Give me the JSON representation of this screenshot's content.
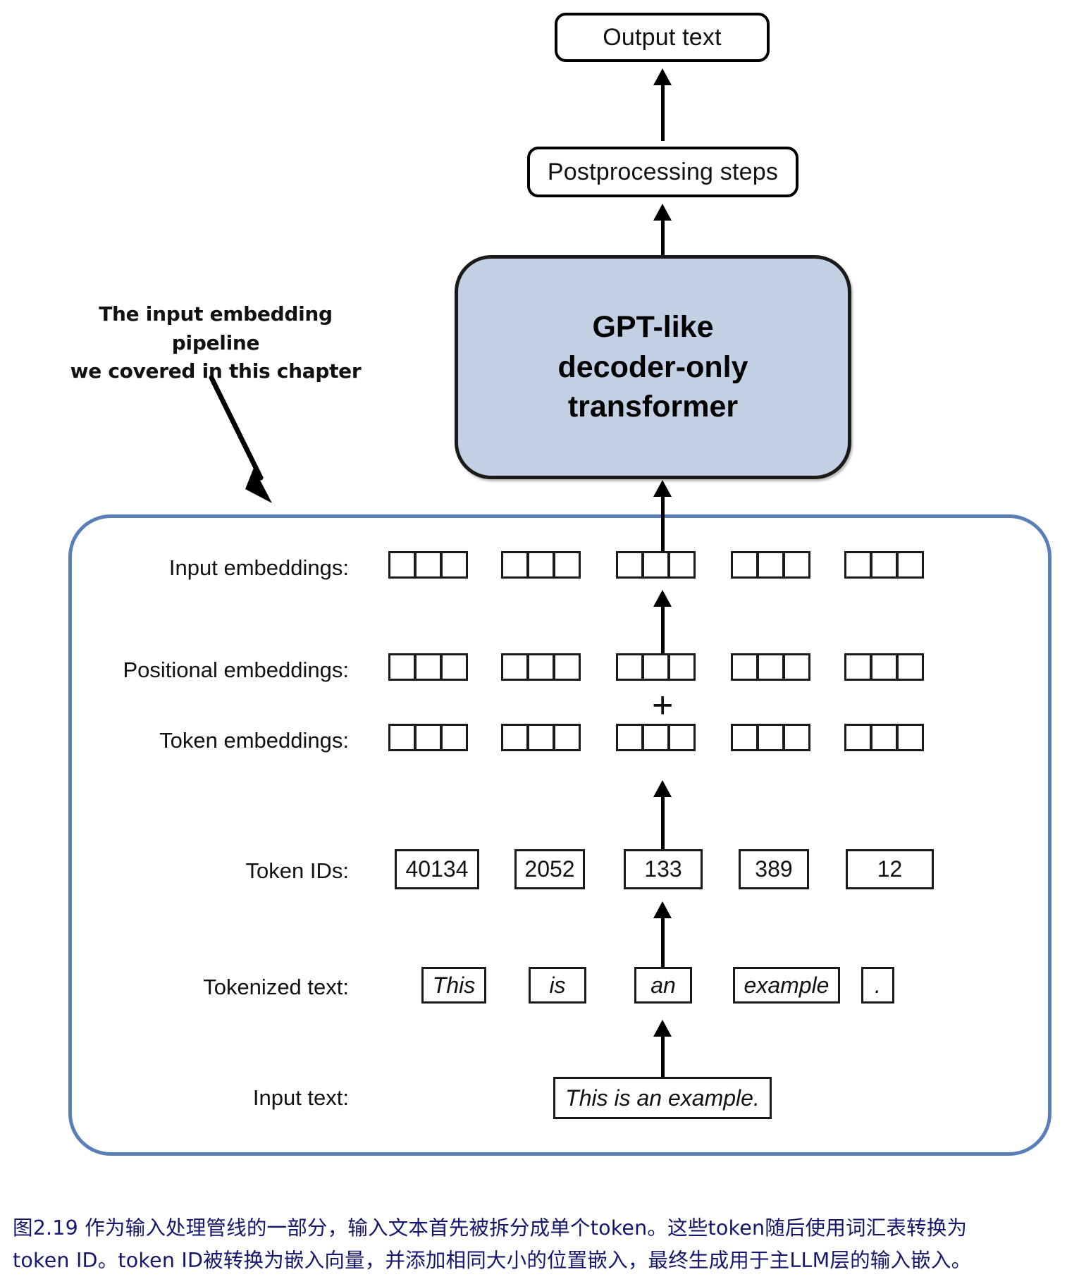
{
  "figure": {
    "title": "LLM input embedding pipeline diagram",
    "colors": {
      "gpt_box_fill": "#c3cfe2",
      "pipeline_border": "#5a7fb8",
      "caption_text": "#16166e",
      "stroke": "#1b1b1b",
      "background": "#ffffff"
    }
  },
  "flow": {
    "output_box": "Output text",
    "postprocessing_box": "Postprocessing steps",
    "model_box_lines": [
      "GPT-like",
      "decoder-only",
      "transformer"
    ],
    "model_box_text": "GPT-like decoder-only transformer"
  },
  "annotation": {
    "line1": "The input embedding pipeline",
    "line2": "we covered in this chapter"
  },
  "pipeline": {
    "rows": [
      {
        "label": "Input embeddings:"
      },
      {
        "label": "Positional embeddings:"
      },
      {
        "label": "Token embeddings:"
      },
      {
        "label": "Token IDs:"
      },
      {
        "label": "Tokenized text:"
      },
      {
        "label": "Input text:"
      }
    ],
    "plus_symbol": "+",
    "embedding_cells_per_group": 3,
    "embedding_groups": 5,
    "token_ids": [
      "40134",
      "2052",
      "133",
      "389",
      "12"
    ],
    "tokenized_text": [
      "This",
      "is",
      "an",
      "example",
      "."
    ],
    "input_text": "This is an example."
  },
  "caption": {
    "line1": "图2.19 作为输入处理管线的一部分，输入文本首先被拆分成单个token。这些token随后使用词汇表转换为",
    "line2": "token ID。token ID被转换为嵌入向量，并添加相同大小的位置嵌入，最终生成用于主LLM层的输入嵌入。"
  }
}
